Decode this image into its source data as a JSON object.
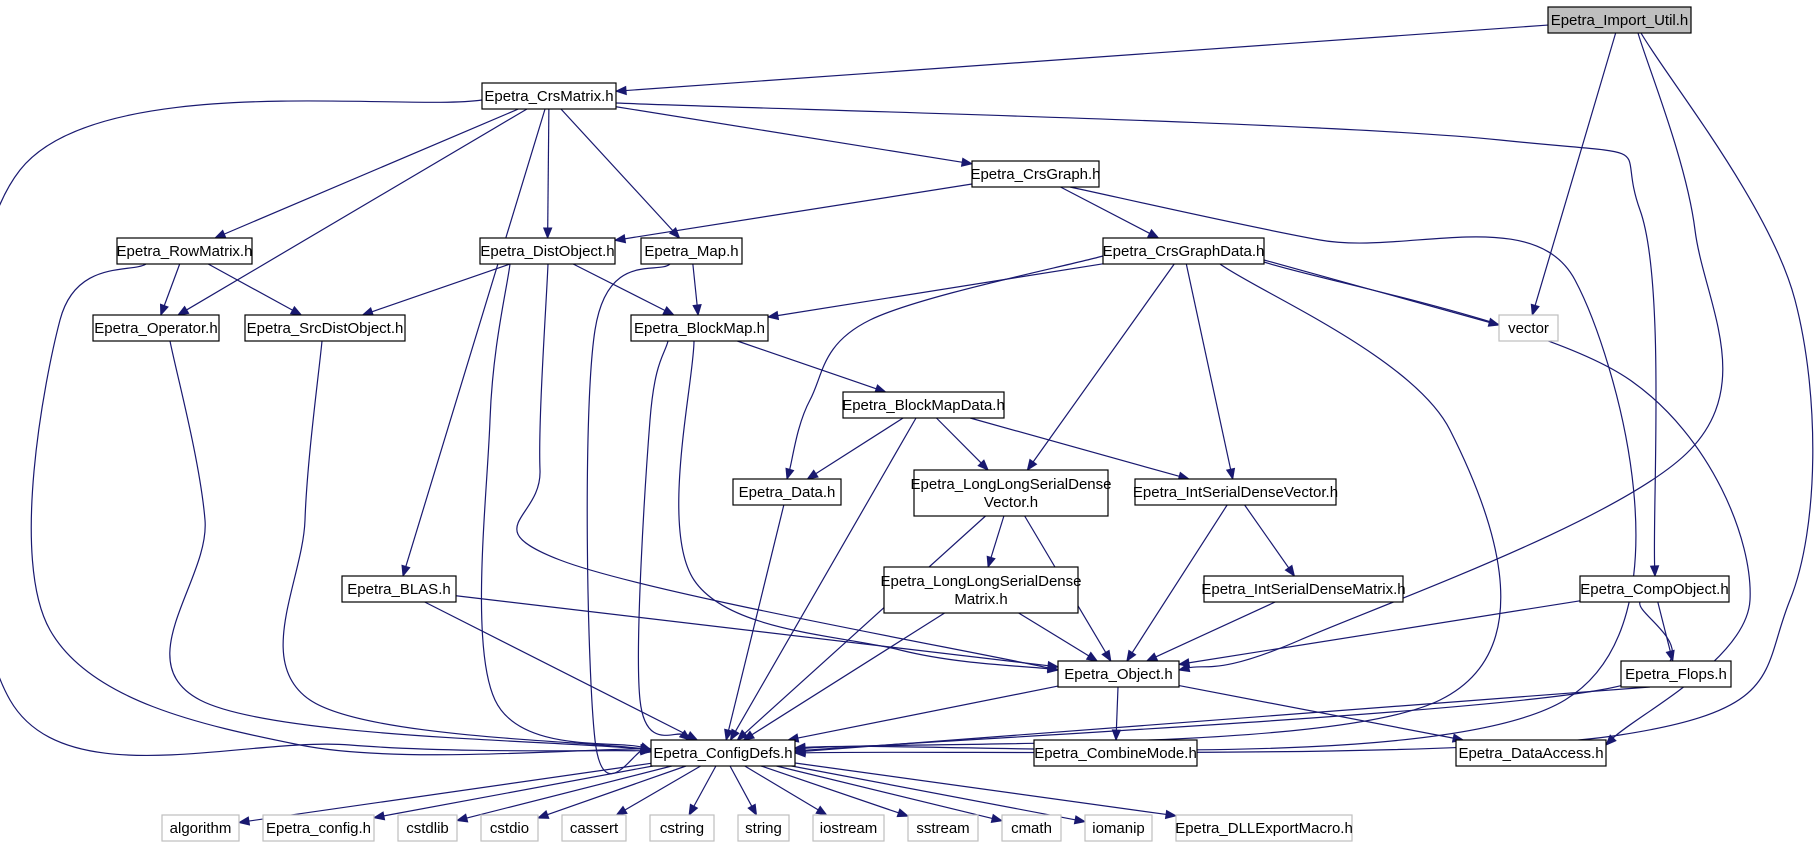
{
  "graph": {
    "colors": {
      "edge": "#191970",
      "node_border": "#000000",
      "external_border": "#bfbfbf",
      "root_fill": "#bfbfbf",
      "node_fill": "#ffffff"
    },
    "nodes": [
      {
        "id": "import_util",
        "label": "Epetra_Import_Util.h",
        "kind": "root"
      },
      {
        "id": "crsmatrix",
        "label": "Epetra_CrsMatrix.h",
        "kind": "internal"
      },
      {
        "id": "crsgraph",
        "label": "Epetra_CrsGraph.h",
        "kind": "internal"
      },
      {
        "id": "rowmatrix",
        "label": "Epetra_RowMatrix.h",
        "kind": "internal"
      },
      {
        "id": "distobject",
        "label": "Epetra_DistObject.h",
        "kind": "internal"
      },
      {
        "id": "map",
        "label": "Epetra_Map.h",
        "kind": "internal"
      },
      {
        "id": "crsgraphdata",
        "label": "Epetra_CrsGraphData.h",
        "kind": "internal"
      },
      {
        "id": "operator",
        "label": "Epetra_Operator.h",
        "kind": "internal"
      },
      {
        "id": "srcdistobject",
        "label": "Epetra_SrcDistObject.h",
        "kind": "internal"
      },
      {
        "id": "blockmap",
        "label": "Epetra_BlockMap.h",
        "kind": "internal"
      },
      {
        "id": "vector",
        "label": "vector",
        "kind": "external"
      },
      {
        "id": "blockmapdata",
        "label": "Epetra_BlockMapData.h",
        "kind": "internal"
      },
      {
        "id": "data",
        "label": "Epetra_Data.h",
        "kind": "internal"
      },
      {
        "id": "llsdv",
        "label": "Epetra_LongLongSerialDense\nVector.h",
        "kind": "internal"
      },
      {
        "id": "isdv",
        "label": "Epetra_IntSerialDenseVector.h",
        "kind": "internal"
      },
      {
        "id": "blas",
        "label": "Epetra_BLAS.h",
        "kind": "internal"
      },
      {
        "id": "llsdm",
        "label": "Epetra_LongLongSerialDense\nMatrix.h",
        "kind": "internal"
      },
      {
        "id": "isdm",
        "label": "Epetra_IntSerialDenseMatrix.h",
        "kind": "internal"
      },
      {
        "id": "compobject",
        "label": "Epetra_CompObject.h",
        "kind": "internal"
      },
      {
        "id": "object",
        "label": "Epetra_Object.h",
        "kind": "internal"
      },
      {
        "id": "flops",
        "label": "Epetra_Flops.h",
        "kind": "internal"
      },
      {
        "id": "configdefs",
        "label": "Epetra_ConfigDefs.h",
        "kind": "internal"
      },
      {
        "id": "combinemode",
        "label": "Epetra_CombineMode.h",
        "kind": "internal"
      },
      {
        "id": "dataaccess",
        "label": "Epetra_DataAccess.h",
        "kind": "internal"
      },
      {
        "id": "algorithm",
        "label": "algorithm",
        "kind": "external"
      },
      {
        "id": "epetra_config",
        "label": "Epetra_config.h",
        "kind": "external"
      },
      {
        "id": "cstdlib",
        "label": "cstdlib",
        "kind": "external"
      },
      {
        "id": "cstdio",
        "label": "cstdio",
        "kind": "external"
      },
      {
        "id": "cassert",
        "label": "cassert",
        "kind": "external"
      },
      {
        "id": "cstring",
        "label": "cstring",
        "kind": "external"
      },
      {
        "id": "string",
        "label": "string",
        "kind": "external"
      },
      {
        "id": "iostream",
        "label": "iostream",
        "kind": "external"
      },
      {
        "id": "sstream",
        "label": "sstream",
        "kind": "external"
      },
      {
        "id": "cmath",
        "label": "cmath",
        "kind": "external"
      },
      {
        "id": "iomanip",
        "label": "iomanip",
        "kind": "external"
      },
      {
        "id": "dllexport",
        "label": "Epetra_DLLExportMacro.h",
        "kind": "external"
      }
    ],
    "edges": [
      {
        "from": "import_util",
        "to": "crsmatrix"
      },
      {
        "from": "import_util",
        "to": "vector"
      },
      {
        "from": "import_util",
        "to": "object"
      },
      {
        "from": "import_util",
        "to": "configdefs"
      },
      {
        "from": "crsmatrix",
        "to": "configdefs"
      },
      {
        "from": "crsmatrix",
        "to": "rowmatrix"
      },
      {
        "from": "crsmatrix",
        "to": "operator"
      },
      {
        "from": "crsmatrix",
        "to": "blas"
      },
      {
        "from": "crsmatrix",
        "to": "distobject"
      },
      {
        "from": "crsmatrix",
        "to": "map"
      },
      {
        "from": "crsmatrix",
        "to": "crsgraph"
      },
      {
        "from": "crsmatrix",
        "to": "compobject"
      },
      {
        "from": "crsgraph",
        "to": "distobject"
      },
      {
        "from": "crsgraph",
        "to": "crsgraphdata"
      },
      {
        "from": "crsgraph",
        "to": "configdefs"
      },
      {
        "from": "rowmatrix",
        "to": "operator"
      },
      {
        "from": "rowmatrix",
        "to": "srcdistobject"
      },
      {
        "from": "rowmatrix",
        "to": "configdefs"
      },
      {
        "from": "distobject",
        "to": "srcdistobject"
      },
      {
        "from": "distobject",
        "to": "blockmap"
      },
      {
        "from": "distobject",
        "to": "object"
      },
      {
        "from": "distobject",
        "to": "configdefs"
      },
      {
        "from": "map",
        "to": "blockmap"
      },
      {
        "from": "map",
        "to": "configdefs"
      },
      {
        "from": "crsgraphdata",
        "to": "blockmap"
      },
      {
        "from": "crsgraphdata",
        "to": "vector"
      },
      {
        "from": "crsgraphdata",
        "to": "data"
      },
      {
        "from": "crsgraphdata",
        "to": "llsdv"
      },
      {
        "from": "crsgraphdata",
        "to": "isdv"
      },
      {
        "from": "crsgraphdata",
        "to": "configdefs"
      },
      {
        "from": "crsgraphdata",
        "to": "dataaccess"
      },
      {
        "from": "operator",
        "to": "configdefs"
      },
      {
        "from": "srcdistobject",
        "to": "configdefs"
      },
      {
        "from": "blockmap",
        "to": "blockmapdata"
      },
      {
        "from": "blockmap",
        "to": "object"
      },
      {
        "from": "blockmap",
        "to": "configdefs"
      },
      {
        "from": "blockmapdata",
        "to": "data"
      },
      {
        "from": "blockmapdata",
        "to": "llsdv"
      },
      {
        "from": "blockmapdata",
        "to": "isdv"
      },
      {
        "from": "blockmapdata",
        "to": "configdefs"
      },
      {
        "from": "data",
        "to": "configdefs"
      },
      {
        "from": "llsdv",
        "to": "llsdm"
      },
      {
        "from": "llsdv",
        "to": "object"
      },
      {
        "from": "llsdv",
        "to": "configdefs"
      },
      {
        "from": "isdv",
        "to": "isdm"
      },
      {
        "from": "isdv",
        "to": "object"
      },
      {
        "from": "blas",
        "to": "object"
      },
      {
        "from": "blas",
        "to": "configdefs"
      },
      {
        "from": "llsdm",
        "to": "object"
      },
      {
        "from": "llsdm",
        "to": "configdefs"
      },
      {
        "from": "isdm",
        "to": "object"
      },
      {
        "from": "compobject",
        "to": "object"
      },
      {
        "from": "compobject",
        "to": "flops"
      },
      {
        "from": "compobject",
        "to": "configdefs"
      },
      {
        "from": "flops",
        "to": "configdefs"
      },
      {
        "from": "object",
        "to": "configdefs"
      },
      {
        "from": "object",
        "to": "combinemode"
      },
      {
        "from": "object",
        "to": "dataaccess"
      },
      {
        "from": "configdefs",
        "to": "algorithm"
      },
      {
        "from": "configdefs",
        "to": "epetra_config"
      },
      {
        "from": "configdefs",
        "to": "cstdlib"
      },
      {
        "from": "configdefs",
        "to": "cstdio"
      },
      {
        "from": "configdefs",
        "to": "cassert"
      },
      {
        "from": "configdefs",
        "to": "cstring"
      },
      {
        "from": "configdefs",
        "to": "string"
      },
      {
        "from": "configdefs",
        "to": "iostream"
      },
      {
        "from": "configdefs",
        "to": "sstream"
      },
      {
        "from": "configdefs",
        "to": "cmath"
      },
      {
        "from": "configdefs",
        "to": "iomanip"
      },
      {
        "from": "configdefs",
        "to": "dllexport"
      }
    ]
  }
}
